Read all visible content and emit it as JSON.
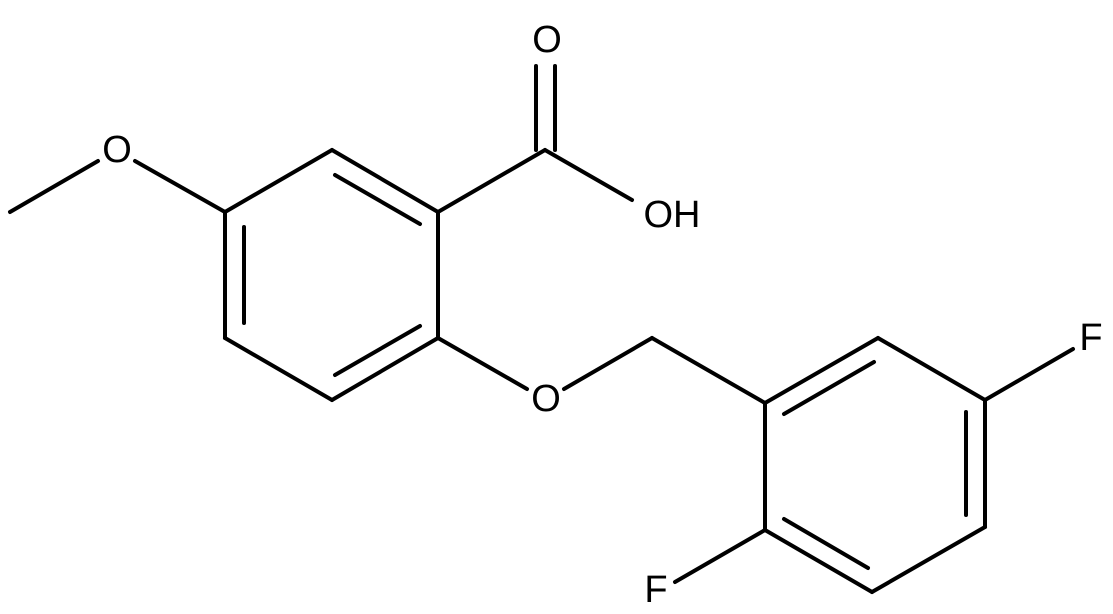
{
  "molecule": {
    "atoms": {
      "carbonyl_o": "O",
      "hydroxyl": "OH",
      "methoxy_o": "O",
      "ether_o": "O",
      "fluorine_top": "F",
      "fluorine_bottom": "F"
    }
  }
}
